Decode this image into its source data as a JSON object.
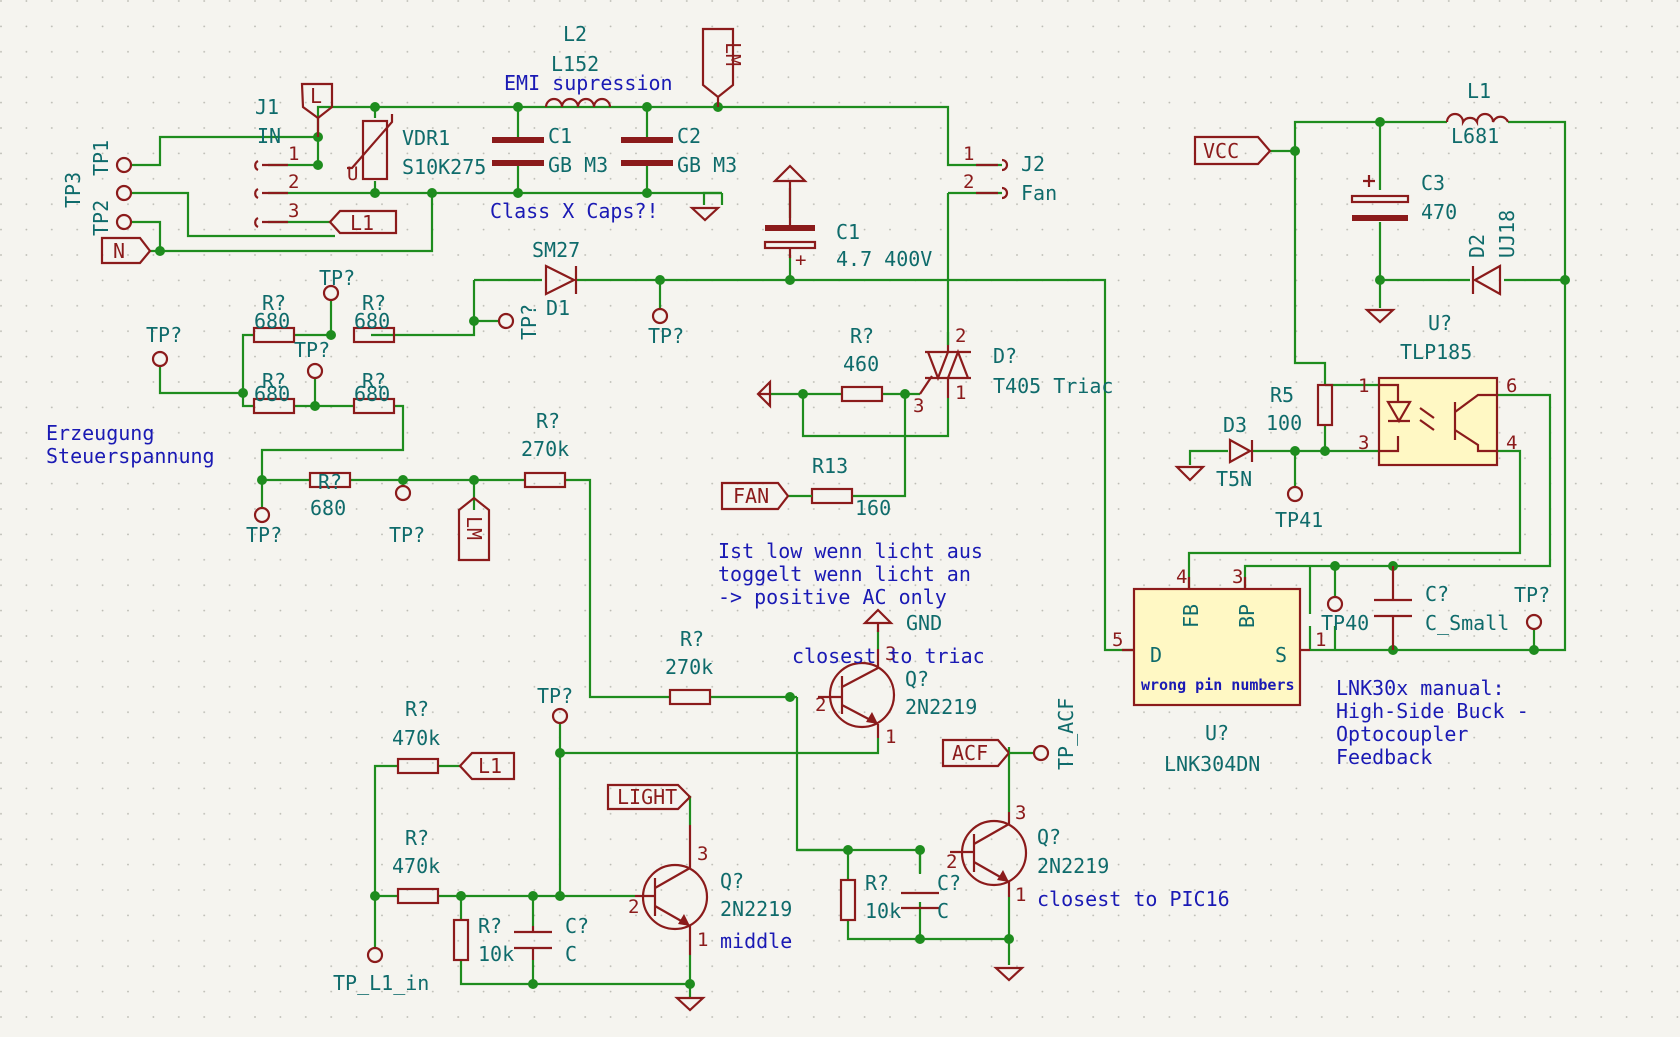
{
  "texts": {
    "j1": "J1",
    "in": "IN",
    "p1": "1",
    "p2": "2",
    "p3": "3",
    "tp1": "TP1",
    "tp2": "TP2",
    "tp3": "TP3",
    "vdr": "VDR1",
    "vdr_val": "S10K275",
    "u": "U",
    "l2": "L2",
    "l2_val": "L152",
    "emi": "EMI supression",
    "c1a": "C1",
    "c1a_val": "GB M3",
    "c2": "C2",
    "c2_val": "GB M3",
    "classx": "Class X Caps?!",
    "lm": "LM",
    "lflag": "L",
    "l1flag": "L1",
    "nflag": "N",
    "j2": "J2",
    "fan": "Fan",
    "j2p1": "1",
    "j2p2": "2",
    "c1b": "C1",
    "c1b_val": "4.7 400V",
    "plus": "+",
    "sm27": "SM27",
    "d1": "D1",
    "tpq": "TP?",
    "rq": "R?",
    "r680": "680",
    "r460": "460",
    "r270k": "270k",
    "r470k": "470k",
    "r10k": "10k",
    "dq": "D?",
    "triac": "T405 Triac",
    "r13": "R13",
    "r13_val": "160",
    "fanflag": "FAN",
    "erz1": "Erzeugung",
    "erz2": "Steuerspannung",
    "ist1": "Ist low wenn licht aus",
    "ist2": "toggelt wenn licht an",
    "ist3": "-> positive AC only",
    "gnd": "GND",
    "closest_triac": "closest to triac",
    "qq": "Q?",
    "q_val": "2N2219",
    "middle": "middle",
    "closest_pic": "closest to PIC16",
    "cq": "C?",
    "c_val": "C",
    "c_small": "C_Small",
    "light": "LIGHT",
    "acf": "ACF",
    "tp_acf": "TP_ACF",
    "tp_l1_in": "TP_L1_in",
    "vcc": "VCC",
    "l1": "L1",
    "l1_val": "L681",
    "c3": "C3",
    "c3_val": "470",
    "d2": "D2",
    "d2_val": "UJ18",
    "uq": "U?",
    "tlp": "TLP185",
    "r5": "R5",
    "r5_val": "100",
    "d3": "D3",
    "t5n": "T5N",
    "tp41": "TP41",
    "tp40": "TP40",
    "lnk": "LNK304DN",
    "fb": "FB",
    "bp": "BP",
    "d": "D",
    "s": "S",
    "wrong": "wrong pin numbers",
    "man1": "LNK30x manual:",
    "man2": "High-Side Buck -",
    "man3": "Optocoupler",
    "man4": "Feedback",
    "n1": "1",
    "n2": "2",
    "n3": "3",
    "n4": "4",
    "n5": "5",
    "n6": "6"
  },
  "colors": {
    "wire": "#1e8c1e",
    "symbol": "#8b1b1b",
    "reference": "#0f6b6b",
    "note": "#1a1ab4",
    "ic_fill": "#fff8c4",
    "background": "#f5f4ef"
  }
}
